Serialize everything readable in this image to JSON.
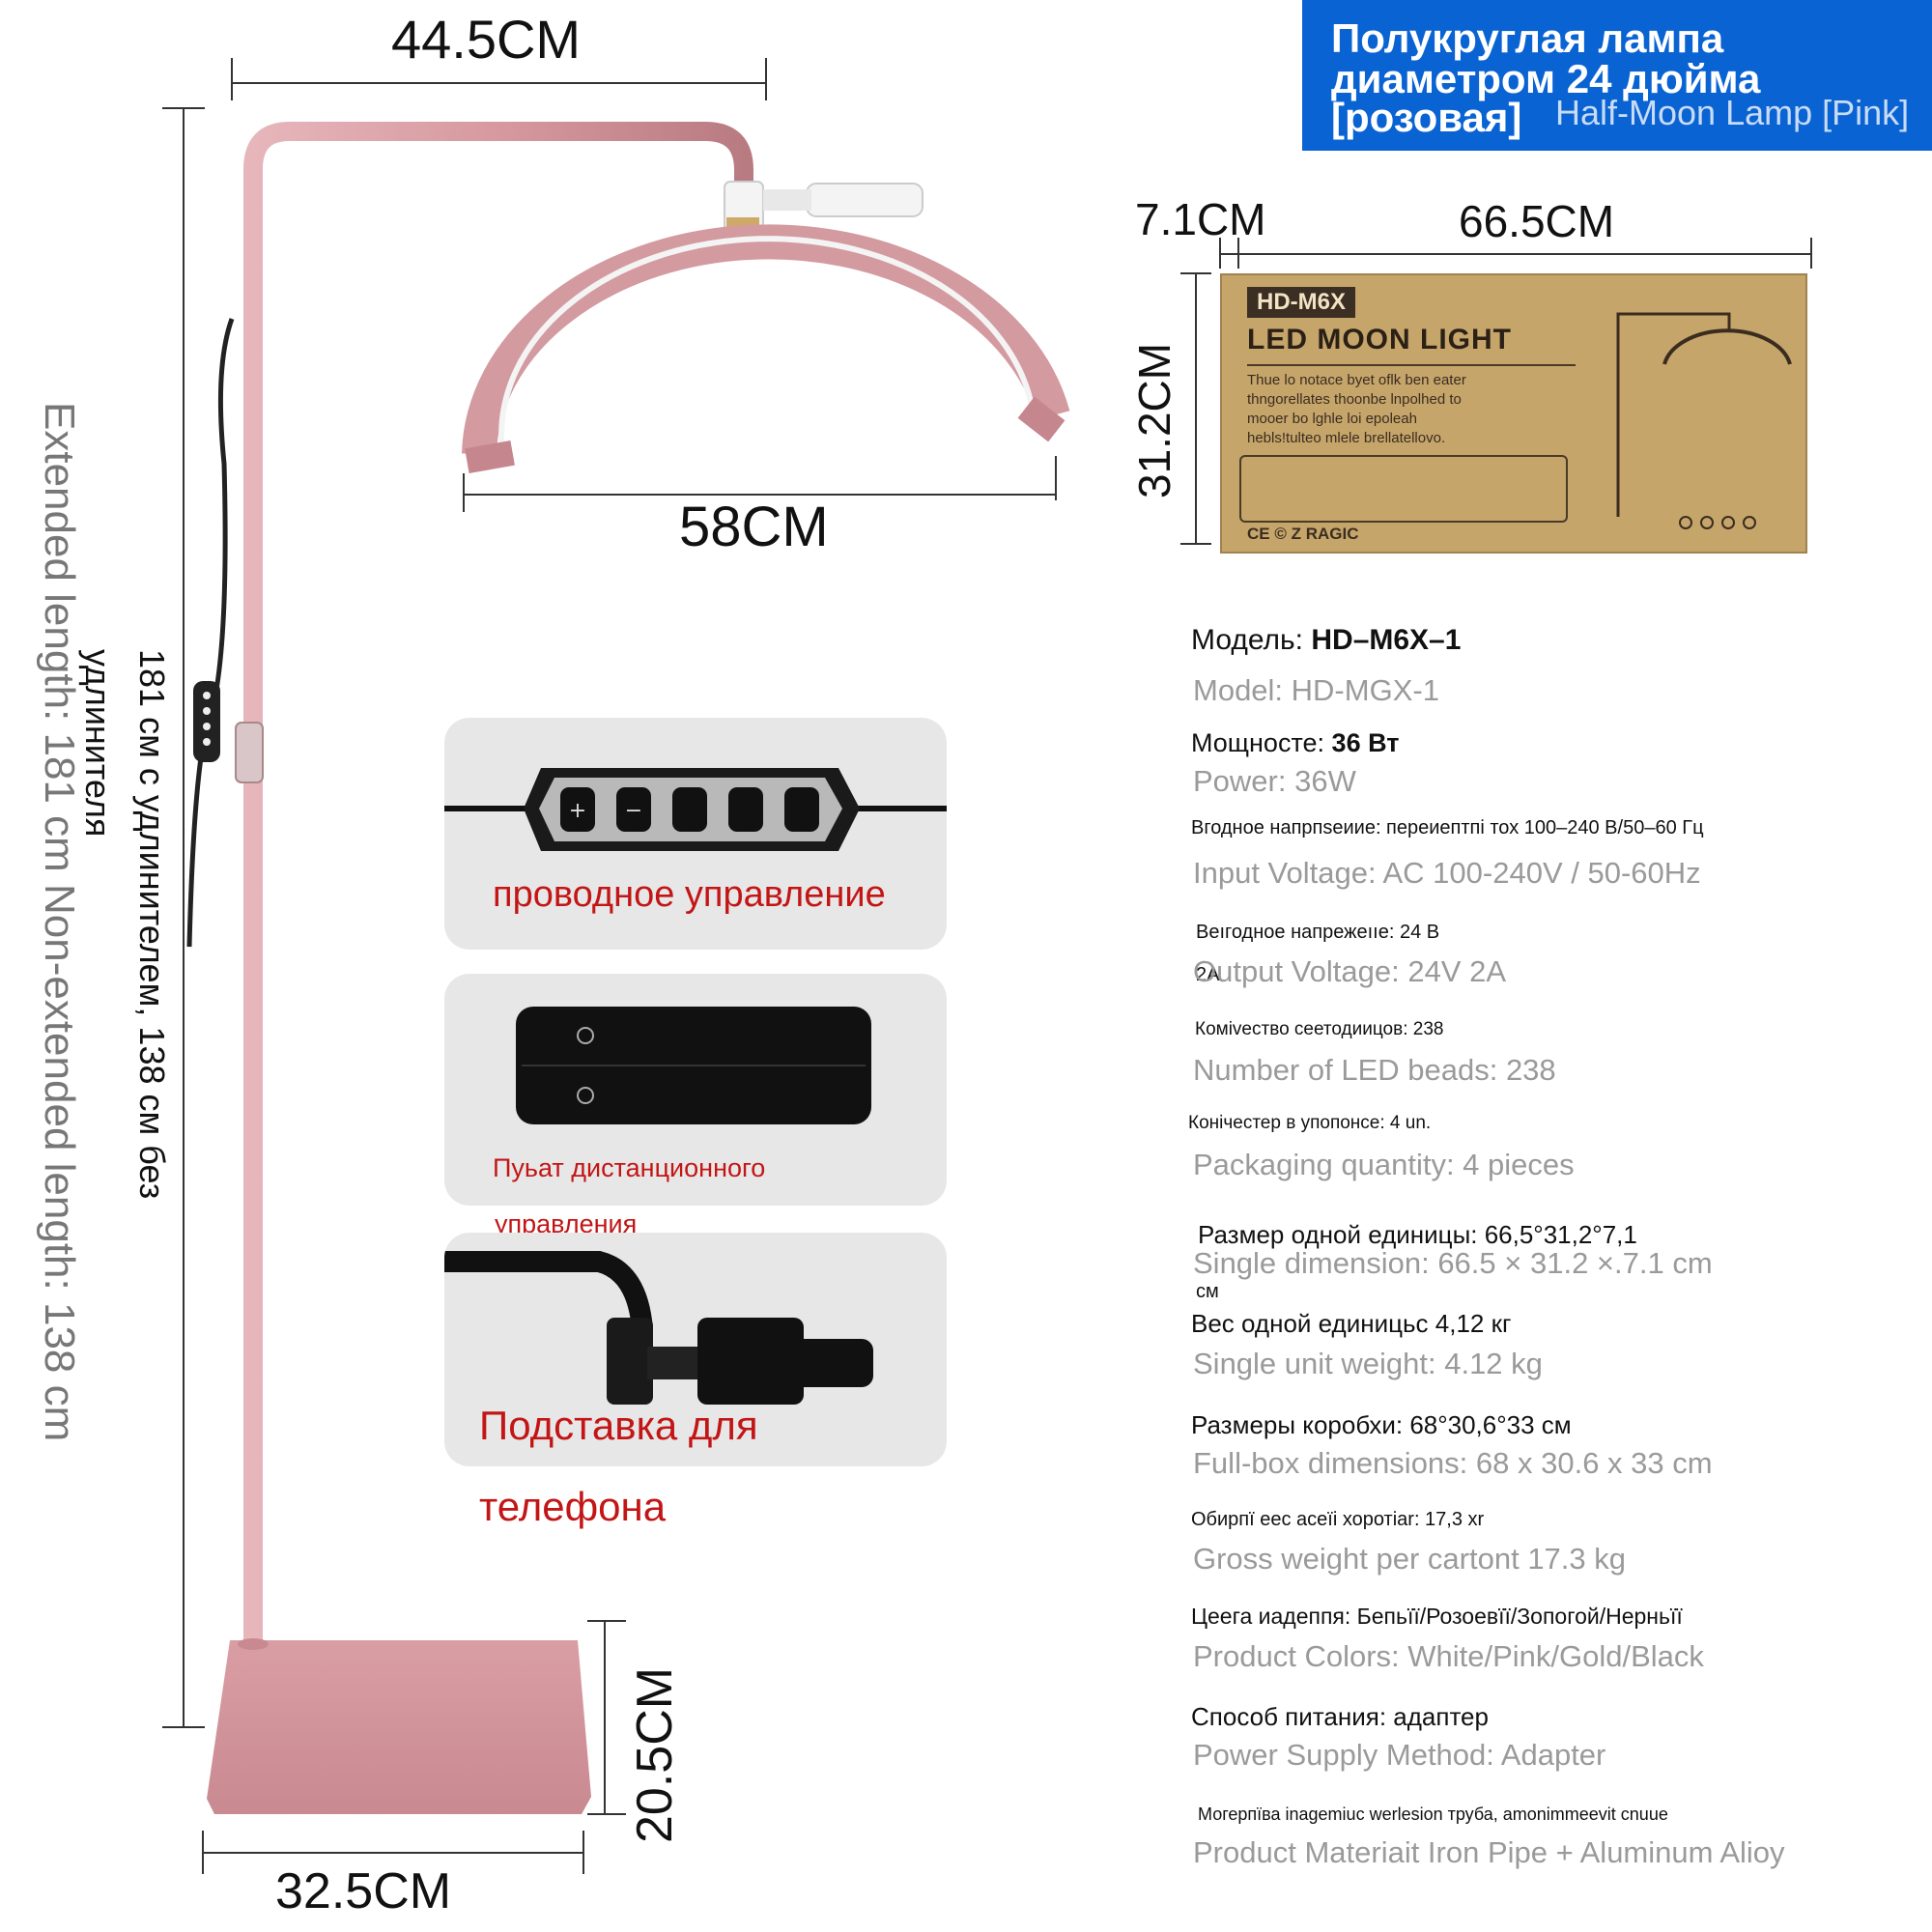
{
  "banner": {
    "line1": "Полукруглая лампа",
    "line2": "диаметром 24 дюйма",
    "line3": "[розовая]",
    "ghost": "Half-Moon Lamp [Pink]"
  },
  "dimensions": {
    "top_width": "44.5CM",
    "arc_width": "58CM",
    "base_width": "32.5CM",
    "base_depth": "20.5CM",
    "box_depth": "7.1CM",
    "box_width": "66.5CM",
    "box_height": "31.2CM",
    "height_ru_line1": "181 см с удлинителем, 138 см без",
    "height_ru_line2": "удлинителя",
    "height_en": "Extended length: 181 cm Non-extended length: 138 cm"
  },
  "features": {
    "wired_control": "проводное управление",
    "remote_line1": "Пуьат дистанционного",
    "remote_line2": "управления",
    "phone_line1": "Подставка для",
    "phone_line2": "телефона"
  },
  "box": {
    "model": "HD-M6X",
    "title": "LED MOON LIGHT",
    "desc1": "Thue lo notace byet oflk ben eater",
    "desc2": "thngorellates thoonbe lnpolhed to",
    "desc3": "mooer bo lghle loi epoleah",
    "desc4": "hebls!tulteo mlele brellatellovo.",
    "brand": "CE © Z RAGIC"
  },
  "specs": [
    {
      "ru_prefix": "Модель: ",
      "ru_bold": "HD–M6X–1",
      "en": "Model: HD-MGX-1"
    },
    {
      "ru_prefix": "Мощносте: ",
      "ru_bold": "36 Вт",
      "en": "Power: 36W"
    },
    {
      "ru": "Вгодное напрпsеиие: переиептпі тох 100–240 В/50–60 Гц",
      "en": "Input Voltage: AC 100-240V / 50-60Hz"
    },
    {
      "ru": "Веıгодное напрежеııе: 24 В",
      "ru_extra": "2A",
      "en": "Output Voltage: 24V 2A"
    },
    {
      "ru": "Комivество сeетодиицов: 238",
      "en": "Number of LED beads: 238"
    },
    {
      "ru": "Конічестер в упопонсе: 4 un.",
      "en": "Packaging quantity: 4 pieces"
    },
    {
      "ru": "Размер одной единицы: 66,5°31,2°7,1",
      "ru_extra": "см",
      "en": "Single dimension: 66.5 × 31.2 ×.7.1 cm"
    },
    {
      "ru": "Вес одной единицьс 4,12 кг",
      "en": "Single unit weight: 4.12 kg"
    },
    {
      "ru": "Размеры коробхи: 68°30,6°33 см",
      "en": "Full-box dimensions: 68 x 30.6 x 33 cm"
    },
    {
      "ru": "Обирпї еес асеїі хоротіаr: 17,3 xr",
      "en": "Gross weight per cartont 17.3 kg"
    },
    {
      "ru": "Цеега иадеппя: Бепьїї/Розоевїї/Зопогой/Нерньїї",
      "en": "Product Colors: White/Pink/Gold/Black"
    },
    {
      "ru": "Способ питания: адаптер",
      "en": "Power Supply Method: Adapter"
    },
    {
      "ru": "Могерпїва іnagemiuc werlesion труба, amonimmeevit cnuue",
      "en": "Product Materiait Iron Pipe + Aluminum Alioy"
    }
  ],
  "colors": {
    "lamp_pink": "#d39aa0",
    "banner_blue": "#0a63d3",
    "label_red": "#c31515",
    "box_kraft": "#c6a56b"
  }
}
